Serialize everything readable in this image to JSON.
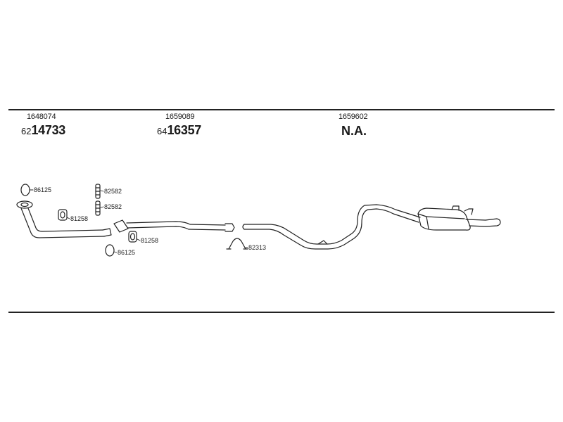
{
  "sections": [
    {
      "oe_number": "1648074",
      "part_prefix": "62",
      "part_main": "14733"
    },
    {
      "oe_number": "1659089",
      "part_prefix": "64",
      "part_main": "16357"
    },
    {
      "oe_number": "1659602",
      "part_na": "N.A."
    }
  ],
  "parts": {
    "ring_gasket_1": "86125",
    "hanger_1": "82582",
    "hanger_2": "82582",
    "rubber_mount_1": "81258",
    "rubber_mount_2": "81258",
    "ring_gasket_2": "86125",
    "clamp": "82313"
  }
}
